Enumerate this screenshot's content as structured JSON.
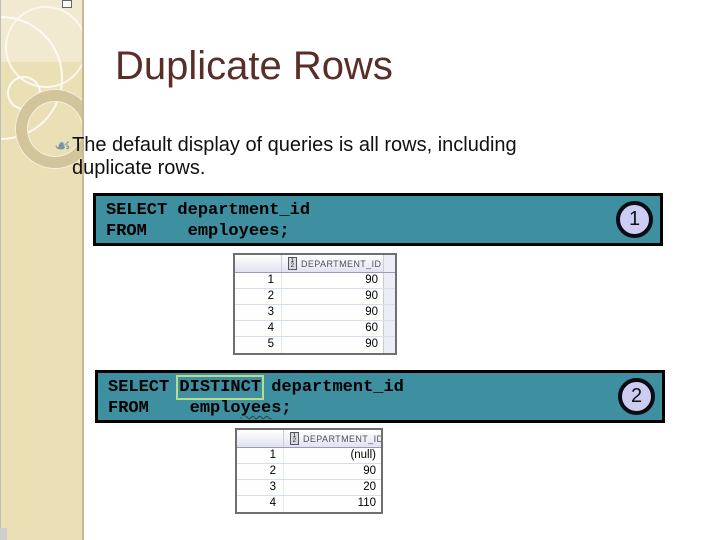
{
  "slide": {
    "title": "Duplicate Rows",
    "bullet": {
      "icon": "vine-leaf-bullet-icon",
      "icon_glyph": "☙",
      "text": "The default display of queries is all rows, including duplicate rows."
    }
  },
  "query1": {
    "code_line1": "SELECT department_id",
    "code_line2": "FROM    employees;",
    "badge": "1"
  },
  "query2": {
    "seg_select": "SELECT ",
    "seg_distinct": "DISTINCT",
    "seg_middle": " department_id\nFROM    emplo",
    "seg_wavy": "yee",
    "seg_end": "s;",
    "badge": "2"
  },
  "result1": {
    "column_header": "DEPARTMENT_ID",
    "rows": [
      {
        "num": "1",
        "val": "90"
      },
      {
        "num": "2",
        "val": "90"
      },
      {
        "num": "3",
        "val": "90"
      },
      {
        "num": "4",
        "val": "60"
      },
      {
        "num": "5",
        "val": "90"
      }
    ]
  },
  "result2": {
    "column_header": "DEPARTMENT_ID",
    "rows": [
      {
        "num": "1",
        "val": "(null)"
      },
      {
        "num": "2",
        "val": "90"
      },
      {
        "num": "3",
        "val": "20"
      },
      {
        "num": "4",
        "val": "110"
      }
    ]
  },
  "colors": {
    "title_brown": "#5A2E28",
    "code_teal": "#3E8F9F",
    "badge_lavender": "#CDCDF4",
    "distinct_highlight_green": "#B5DD8D",
    "sidebar_beige": "#EBDFB6",
    "bullet_glyph_blue": "#7596A6"
  }
}
